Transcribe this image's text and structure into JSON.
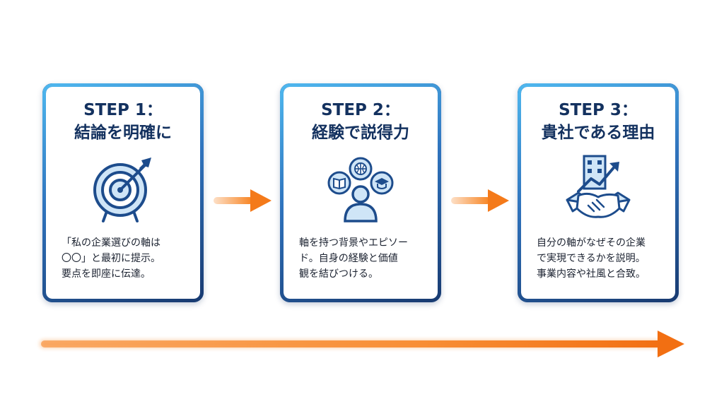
{
  "steps": [
    {
      "title_line1": "STEP 1：",
      "title_line2": "結論を明確に",
      "icon": "target-icon",
      "body": [
        "「私の企業選びの軸は",
        "〇〇」と最初に提示。",
        "要点を即座に伝達。"
      ]
    },
    {
      "title_line1": "STEP 2：",
      "title_line2": "経験で説得力",
      "icon": "experience-person-icon",
      "body": [
        "軸を持つ背景やエピソー",
        "ド。自身の経験と価値",
        "観を結びつける。"
      ]
    },
    {
      "title_line1": "STEP 3：",
      "title_line2": "貴社である理由",
      "icon": "handshake-building-icon",
      "body": [
        "自分の軸がなぜその企業",
        "で実現できるかを説明。",
        "事業内容や社風と合致。"
      ]
    }
  ],
  "colors": {
    "card_border_dark": "#183a70",
    "card_border_light": "#4fb8ef",
    "title": "#13315f",
    "icon_stroke": "#1d4c8c",
    "icon_fill": "#cfe5f7",
    "arrow": "#f7821f"
  }
}
